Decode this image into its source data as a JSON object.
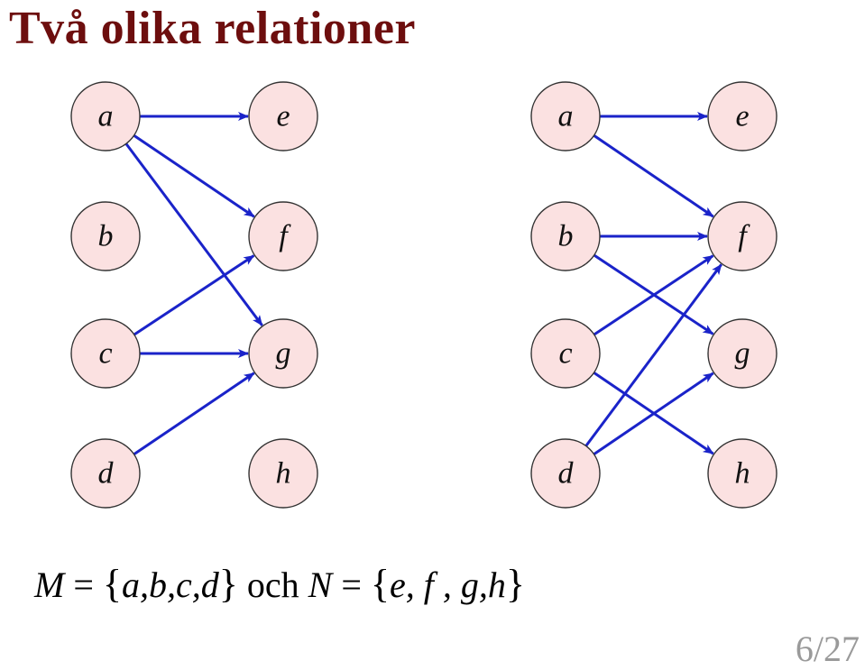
{
  "title": "Två olika relationer",
  "colors": {
    "title": "#6d0e0e",
    "node_fill": "#fbe1e1",
    "edge": "#1a23c9",
    "page_number": "#9a9a9a"
  },
  "diagram": {
    "graphs": [
      {
        "id": "left",
        "left_nodes": [
          "a",
          "b",
          "c",
          "d"
        ],
        "right_nodes": [
          "e",
          "f",
          "g",
          "h"
        ],
        "edges": [
          [
            "a",
            "e"
          ],
          [
            "a",
            "f"
          ],
          [
            "a",
            "g"
          ],
          [
            "c",
            "f"
          ],
          [
            "c",
            "g"
          ],
          [
            "d",
            "g"
          ]
        ]
      },
      {
        "id": "right",
        "left_nodes": [
          "a",
          "b",
          "c",
          "d"
        ],
        "right_nodes": [
          "e",
          "f",
          "g",
          "h"
        ],
        "edges": [
          [
            "a",
            "e"
          ],
          [
            "a",
            "f"
          ],
          [
            "b",
            "f"
          ],
          [
            "b",
            "g"
          ],
          [
            "c",
            "f"
          ],
          [
            "c",
            "h"
          ],
          [
            "d",
            "f"
          ],
          [
            "d",
            "g"
          ]
        ]
      }
    ]
  },
  "formula": {
    "set_m_name": "M",
    "set_m_elements": "a,b,c,d",
    "conjunction": "och",
    "set_n_name": "N",
    "set_n_elements": "e, f , g,h",
    "equals": "=",
    "open_brace": "{",
    "close_brace": "}"
  },
  "page": {
    "current": "6",
    "separator": "/",
    "total": "27"
  }
}
